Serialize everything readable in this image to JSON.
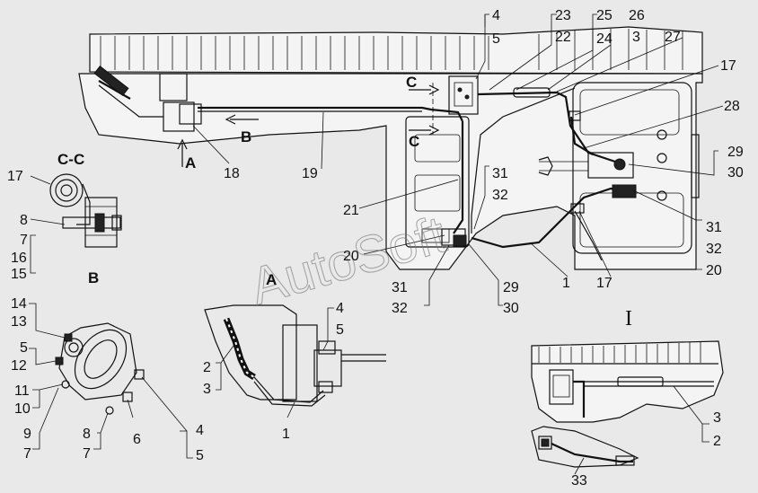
{
  "watermark": "AutoSoft",
  "views": {
    "section_cc": "C-C",
    "view_b": "B",
    "view_a": "A",
    "view_i": "I"
  },
  "arrows": {
    "a": "A",
    "b": "B",
    "c_top": "C",
    "c_bottom": "C"
  },
  "callouts": {
    "main": [
      "4",
      "5",
      "23",
      "22",
      "25",
      "24",
      "26",
      "3",
      "27",
      "17",
      "28",
      "29",
      "30",
      "31",
      "32",
      "20",
      "17",
      "1",
      "29",
      "30",
      "31",
      "32",
      "20",
      "21",
      "19",
      "18",
      "31",
      "32"
    ],
    "cc": [
      "17",
      "8",
      "7",
      "16",
      "15"
    ],
    "b": [
      "14",
      "13",
      "5",
      "12",
      "11",
      "10",
      "9",
      "7",
      "8",
      "7",
      "6",
      "4",
      "5"
    ],
    "a": [
      "4",
      "5",
      "2",
      "3",
      "1"
    ],
    "i": [
      "3",
      "2",
      "33"
    ]
  }
}
